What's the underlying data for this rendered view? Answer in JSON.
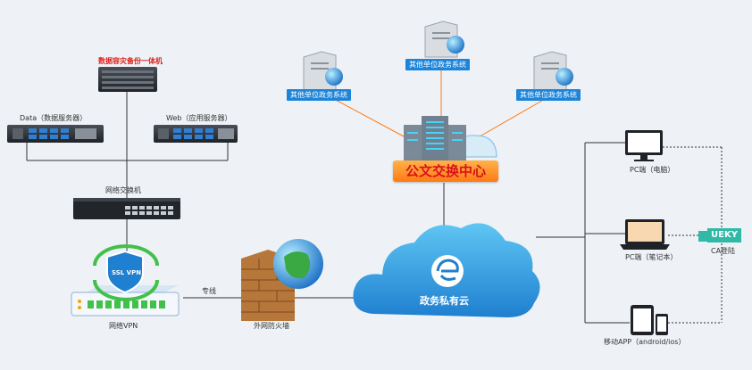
{
  "labels": {
    "backup": "数据容灾备份一体机",
    "data_server": "Data（数据服务器）",
    "web_server": "Web（应用服务器）",
    "switch": "网络交换机",
    "ssl_vpn": "SSL VPN",
    "vpn": "网络VPN",
    "line": "专线",
    "firewall": "外网防火墙",
    "center": "公文交换中心",
    "cloud": "政务私有云",
    "gov_sys_1": "其他单位政务系统",
    "gov_sys_2": "其他单位政务系统",
    "gov_sys_3": "其他单位政务系统",
    "pc_desktop": "PC端（电脑）",
    "pc_laptop": "PC端（笔记本）",
    "mobile": "移动APP（android/ios）",
    "ca": "CA登陆",
    "ueky": "UEKY"
  }
}
